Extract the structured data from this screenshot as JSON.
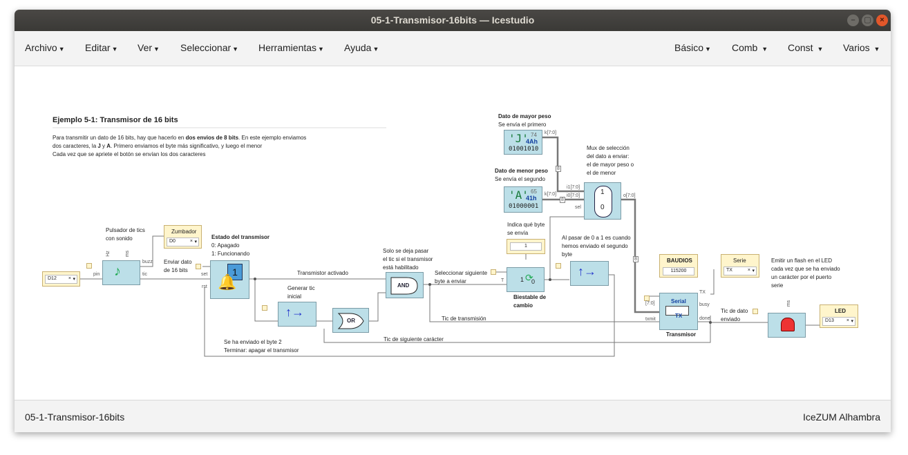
{
  "window": {
    "title": "05-1-Transmisor-16bits — Icestudio"
  },
  "menu": {
    "left": [
      "Archivo",
      "Editar",
      "Ver",
      "Seleccionar",
      "Herramientas",
      "Ayuda"
    ],
    "right": [
      "Básico",
      "Comb",
      "Const",
      "Varios"
    ]
  },
  "footer": {
    "file": "05-1-Transmisor-16bits",
    "board": "IceZUM Alhambra"
  },
  "colors": {
    "block": "#bcdfe8",
    "constant": "#fff5cc",
    "titlebar": "#3a3936"
  },
  "canvas": {
    "heading": "Ejemplo 5-1: Transmisor de 16 bits",
    "intro": {
      "line1_pre": "Para transmitir un dato de 16 bits, hay que hacerlo en ",
      "line1_bold": "dos envios de 8 bits",
      "line1_post": ". En este ejemplo enviamos",
      "line2_pre": "dos caracteres, la ",
      "line2_j": "J",
      "line2_mid": " y ",
      "line2_a": "A",
      "line2_post": ". Primero enviamos el byte más significativo, y luego el menor",
      "line3": "Cada vez que se apriete el botón se envían los dos caracteres"
    },
    "pin_in": {
      "value": "D12",
      "clear": "×"
    },
    "pulsador": {
      "l1": "Pulsador de tics",
      "l2": "con sonido",
      "hz": "Hz",
      "ms": "ms",
      "pin": "pin",
      "buzz": "buzz",
      "tic": "tic"
    },
    "zumbador": {
      "label": "Zumbador",
      "value": "D0",
      "clear": "×"
    },
    "enviar": {
      "l1": "Enviar dato",
      "l2": "de 16 bits"
    },
    "estado": {
      "title": "Estado del transmisor",
      "l1": "0: Apagado",
      "l2": "1: Funcionando",
      "set": "set",
      "rst": "rst",
      "digit": "1"
    },
    "transmisor_activado": "Transmistor activado",
    "generar": {
      "l1": "Generar tic",
      "l2": "inicial"
    },
    "or_label": "OR",
    "and_label": "AND",
    "solo": {
      "l1": "Solo se deja pasar",
      "l2": "el tic si el transmisor",
      "l3": "está habilitado"
    },
    "seleccionar": {
      "l1": "Seleccionar siguiente",
      "l2": "byte a enviar"
    },
    "indica": {
      "l1": "Indica qué byte",
      "l2": "se envía"
    },
    "const_one": "1",
    "biestable": {
      "l1": "Biestable de",
      "l2": "cambio",
      "t": "T",
      "a": "1",
      "b": "0"
    },
    "tic_transmision": "Tic de transmisión",
    "tic_siguiente": "Tic de siguiente carácter",
    "enviado": {
      "l1": "Se ha enviado el byte 2",
      "l2": "Terminar: apagar el transmisor"
    },
    "mayor": {
      "title": "Dato de mayor peso",
      "sub": "Se envía el primero",
      "char": "'J'",
      "dec": "74",
      "hex": "4Ah",
      "bin": "01001010",
      "port": "k[7:0]"
    },
    "menor": {
      "title": "Dato de menor peso",
      "sub": "Se envía el segundo",
      "char": "'A'",
      "dec": "65",
      "hex": "41h",
      "bin": "01000001",
      "port": "k[7:0]"
    },
    "mux": {
      "l1": "Mux de selección",
      "l2": "del dato a enviar:",
      "l3": "el de mayor peso o",
      "l4": "el de menor",
      "i1": "i1[7:0]",
      "i0": "i0[7:0]",
      "o": "o[7:0]",
      "sel": "sel",
      "v1": "1",
      "v0": "0"
    },
    "bus8": "8",
    "al_pasar": {
      "l1": "Al pasar de 0 a 1 es cuando",
      "l2": "hemos enviado el segundo",
      "l3": "byte"
    },
    "baudios": {
      "label": "BAUDIOS",
      "value": "115200"
    },
    "serie": {
      "label": "Serie",
      "value": "TX",
      "clear": "×"
    },
    "serial": {
      "label": "Serial",
      "tx": "TX",
      "in": "[7:0]",
      "txmit": "txmit",
      "out_tx": "TX",
      "busy": "busy",
      "done": "done",
      "name": "Transmisor"
    },
    "tic_dato": {
      "l1": "Tic de dato",
      "l2": "enviado"
    },
    "emitir": {
      "l1": "Emitir un flash en el LED",
      "l2": "cada vez que se ha enviado",
      "l3": "un carácter por el puerto",
      "l4": "serie"
    },
    "flash_ms": "ms",
    "led": {
      "label": "LED",
      "value": "D13",
      "clear": "×"
    }
  }
}
